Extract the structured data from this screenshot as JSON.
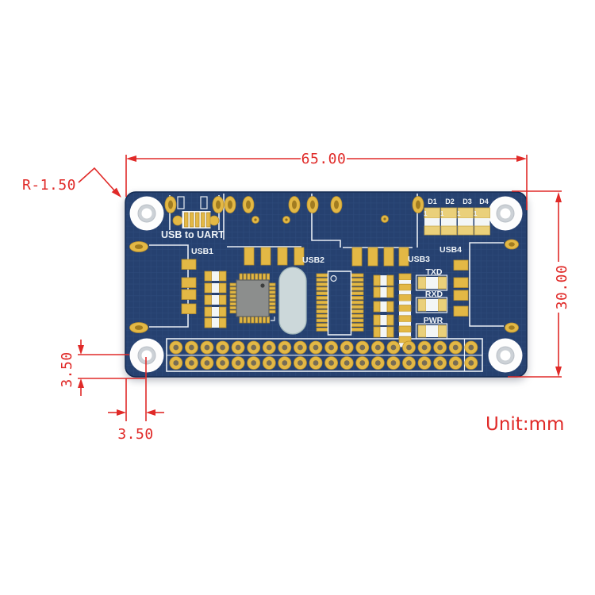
{
  "annotations": {
    "width_dim": "65.00",
    "height_dim": "30.00",
    "corner_radius": "R-1.50",
    "hole_offset_vertical": "3.50",
    "hole_offset_horizontal": "3.50",
    "unit_note": "Unit:mm"
  },
  "board": {
    "silkscreen": {
      "usb_to_uart": "USB to UART",
      "usb1": "USB1",
      "usb2": "USB2",
      "usb3": "USB3",
      "usb4": "USB4",
      "txd": "TXD",
      "rxd": "RXD",
      "pwr": "PWR",
      "d1": "D1",
      "d2": "D2",
      "d3": "D3",
      "d4": "D4",
      "pin1_mark": "1"
    }
  },
  "colors": {
    "dimension_red": "#e02a28",
    "pcb_blue": "#264170",
    "silkscreen_white": "#e9eef4",
    "pad_gold": "#e3b845",
    "led_pad_pale_gold": "#ead07a",
    "hole_ring_gray": "#ccd1d6"
  }
}
